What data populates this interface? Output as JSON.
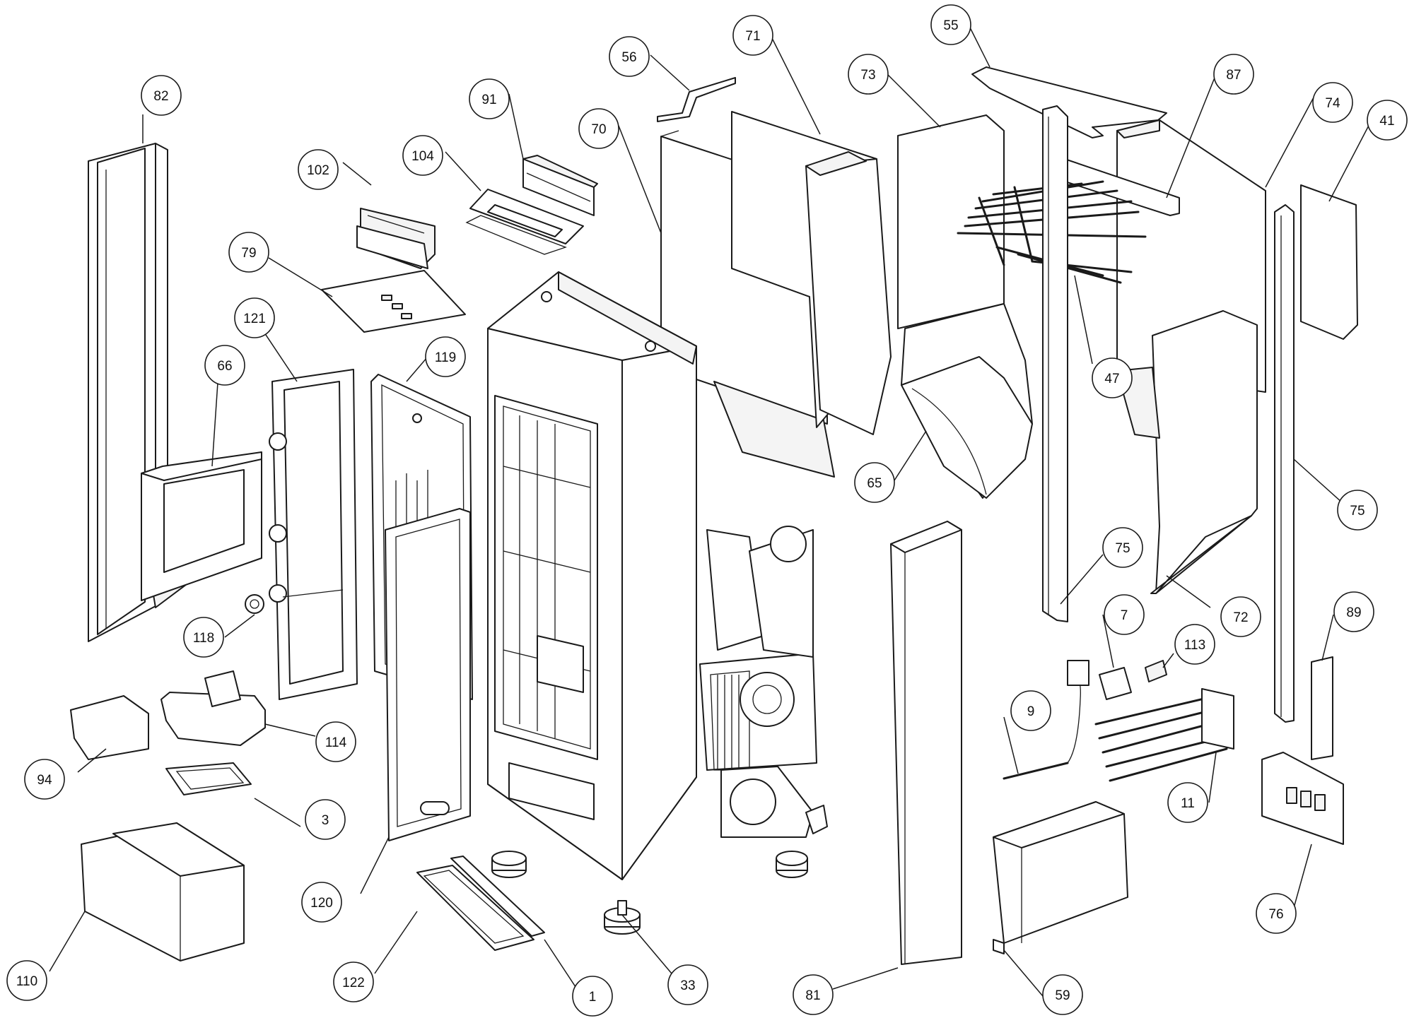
{
  "colors": {
    "line": "#1a1a1a",
    "paper": "#ffffff"
  },
  "callouts": [
    {
      "id": "82",
      "label": "82"
    },
    {
      "id": "102",
      "label": "102"
    },
    {
      "id": "104",
      "label": "104"
    },
    {
      "id": "91",
      "label": "91"
    },
    {
      "id": "56",
      "label": "56"
    },
    {
      "id": "71",
      "label": "71"
    },
    {
      "id": "70",
      "label": "70"
    },
    {
      "id": "73",
      "label": "73"
    },
    {
      "id": "55",
      "label": "55"
    },
    {
      "id": "87",
      "label": "87"
    },
    {
      "id": "74",
      "label": "74"
    },
    {
      "id": "41",
      "label": "41"
    },
    {
      "id": "79",
      "label": "79"
    },
    {
      "id": "121",
      "label": "121"
    },
    {
      "id": "66",
      "label": "66"
    },
    {
      "id": "119",
      "label": "119"
    },
    {
      "id": "47",
      "label": "47"
    },
    {
      "id": "65",
      "label": "65"
    },
    {
      "id": "75a",
      "label": "75"
    },
    {
      "id": "75b",
      "label": "75"
    },
    {
      "id": "72",
      "label": "72"
    },
    {
      "id": "118",
      "label": "118"
    },
    {
      "id": "114",
      "label": "114"
    },
    {
      "id": "7",
      "label": "7"
    },
    {
      "id": "113",
      "label": "113"
    },
    {
      "id": "89",
      "label": "89"
    },
    {
      "id": "9",
      "label": "9"
    },
    {
      "id": "94",
      "label": "94"
    },
    {
      "id": "3",
      "label": "3"
    },
    {
      "id": "11",
      "label": "11"
    },
    {
      "id": "120",
      "label": "120"
    },
    {
      "id": "110",
      "label": "110"
    },
    {
      "id": "122",
      "label": "122"
    },
    {
      "id": "1",
      "label": "1"
    },
    {
      "id": "33",
      "label": "33"
    },
    {
      "id": "81",
      "label": "81"
    },
    {
      "id": "59",
      "label": "59"
    },
    {
      "id": "76",
      "label": "76"
    }
  ]
}
